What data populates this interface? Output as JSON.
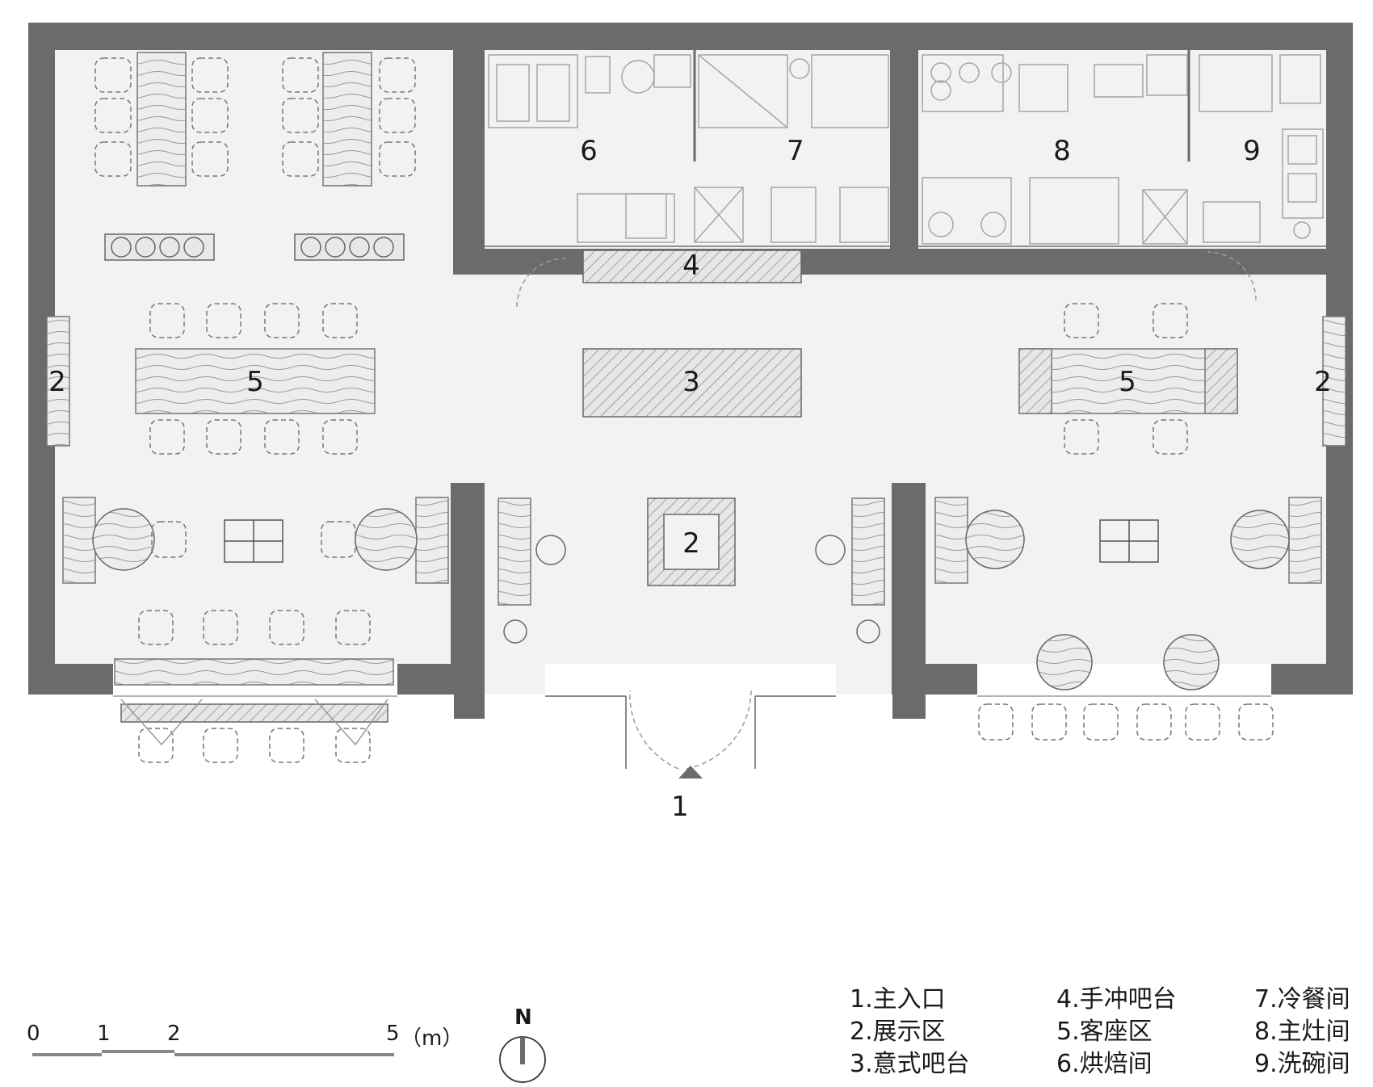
{
  "zone_labels": {
    "z1": "1",
    "z2_left": "2",
    "z2_center": "2",
    "z2_right": "2",
    "z3": "3",
    "z4": "4",
    "z5_left": "5",
    "z5_right": "5",
    "z6": "6",
    "z7": "7",
    "z8": "8",
    "z9": "9"
  },
  "legend": {
    "col1": [
      "1.主入口",
      "2.展示区",
      "3.意式吧台"
    ],
    "col2": [
      "4.手冲吧台",
      "5.客座区",
      "6.烘焙间"
    ],
    "col3": [
      "7.冷餐间",
      "8.主灶间",
      "9.洗碗间"
    ]
  },
  "scale_bar": {
    "ticks": [
      "0",
      "1",
      "2",
      "5"
    ],
    "unit": "（m）"
  },
  "north": "N",
  "colors": {
    "wall": "#6b6b6b",
    "floor": "#f2f2f2",
    "line": "#555555",
    "light_line": "#9a9a9a"
  }
}
